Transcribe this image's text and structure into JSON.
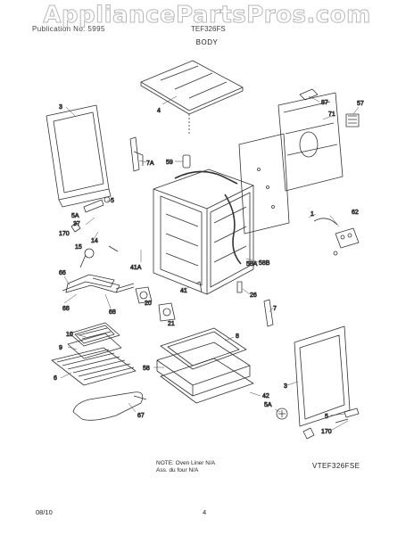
{
  "watermark": "AppliancePartsPros.com",
  "header": {
    "left": "Publication No. 5995",
    "right": "TEF326FS",
    "section": "BODY"
  },
  "labels": {
    "p3a": "3",
    "p4": "4",
    "p87": "87",
    "p57": "57",
    "p71": "71",
    "p7a": "7A",
    "p59": "59",
    "p5a": "5",
    "p5Aa": "5A",
    "p37": "37",
    "p170a": "170",
    "p15": "15",
    "p14": "14",
    "p1": "1",
    "p62": "62",
    "p66": "66",
    "p41a": "41A",
    "p58a": "58A",
    "p58b": "58B",
    "p41": "41",
    "p26": "26",
    "p7": "7",
    "p68a": "68",
    "p68b": "68",
    "p20": "20",
    "p21": "21",
    "p10": "10",
    "p9": "9",
    "p6": "6",
    "p67": "67",
    "p8": "8",
    "p58": "58",
    "p42": "42",
    "p3b": "3",
    "p5Ab": "5A",
    "p5b": "5",
    "p170b": "170"
  },
  "note": {
    "line1": "NOTE: Oven Liner N/A",
    "line2": "Ass. du four N/A"
  },
  "model": "VTEF326FSE",
  "footer": {
    "date": "08/10",
    "page": "4"
  }
}
